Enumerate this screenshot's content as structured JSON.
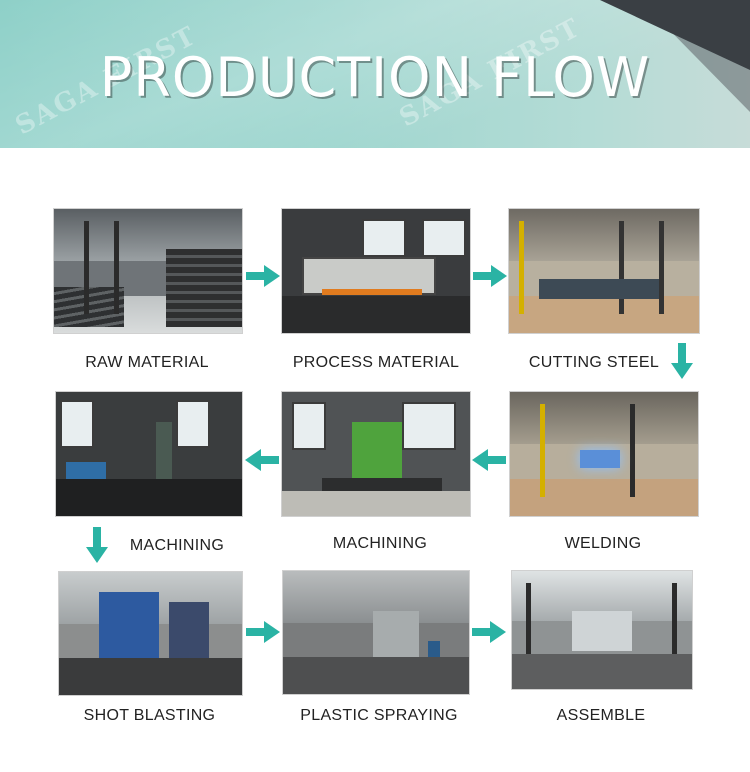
{
  "banner": {
    "title": "PRODUCTION FLOW",
    "watermark": "SAGA FIRST",
    "colors": {
      "background": "#9fd6cf",
      "corner": "#3a3f44",
      "arrow": "#2ab3a4"
    }
  },
  "steps": [
    {
      "label": "RAW MATERIAL",
      "icon": "warehouse-photo"
    },
    {
      "label": "PROCESS MATERIAL",
      "icon": "shearing-machine-photo"
    },
    {
      "label": "CUTTING STEEL",
      "icon": "workshop-photo"
    },
    {
      "label": "WELDING",
      "icon": "welding-photo"
    },
    {
      "label": "MACHINING",
      "icon": "drilling-machine-photo"
    },
    {
      "label": "MACHINING",
      "icon": "machining-photo"
    },
    {
      "label": "SHOT BLASTING",
      "icon": "shot-blasting-photo"
    },
    {
      "label": "PLASTIC SPRAYING",
      "icon": "spraying-booth-photo"
    },
    {
      "label": "ASSEMBLE",
      "icon": "assembly-hall-photo"
    }
  ]
}
